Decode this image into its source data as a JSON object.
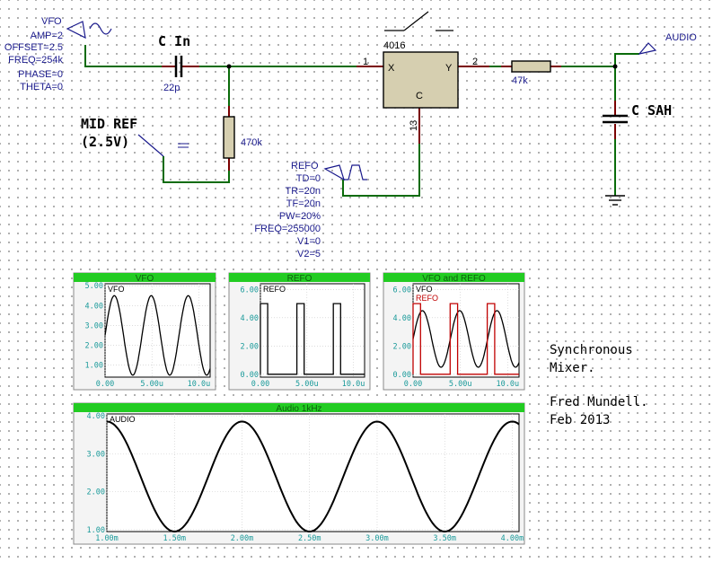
{
  "schematic": {
    "vfo_label": "VFO",
    "vfo_params": [
      "AMP=2",
      "OFFSET=2.5",
      "FREQ=254k",
      "PHASE=0",
      "THETA=0"
    ],
    "cin_label": "C In",
    "cin_value": "22p",
    "r1_value": "470k",
    "mid_ref": [
      "MID REF",
      "(2.5V)"
    ],
    "ic_name": "4016",
    "ic_pin_x": "X",
    "ic_pin_y": "Y",
    "ic_pin_c": "C",
    "pin1": "1",
    "pin2": "2",
    "pin13": "13",
    "r2_value": "47k",
    "audio_label": "AUDIO",
    "csah_label": "C SAH",
    "refo_label": "REFO",
    "refo_params": [
      "TD=0",
      "TR=20n",
      "TF=20n",
      "PW=20%",
      "FREQ=255000",
      "V1=0",
      "V2=5"
    ]
  },
  "notes": {
    "line1": "Synchronous",
    "line2": "Mixer.",
    "line3": "Fred Mundell.",
    "line4": "Feb 2013"
  },
  "colors": {
    "wire": "#0a6b0a",
    "pin": "#7a0000",
    "graph_title": "#22cc22",
    "tick": "#1a9a9a",
    "trace2": "#c00000"
  },
  "chart_data": [
    {
      "type": "line",
      "title": "VFO",
      "xlabel": "",
      "ylabel": "",
      "x_ticks": [
        "0.00",
        "5.00u",
        "10.0u"
      ],
      "y_ticks": [
        "1.00",
        "2.00",
        "3.00",
        "4.00",
        "5.00"
      ],
      "xlim": [
        0,
        11.2
      ],
      "ylim": [
        0.4,
        5.1
      ],
      "series": [
        {
          "name": "VFO",
          "kind": "sine",
          "offset": 2.5,
          "amp": 2,
          "period": 3.94,
          "phase": 0
        }
      ]
    },
    {
      "type": "line",
      "title": "REFO",
      "xlabel": "",
      "ylabel": "",
      "x_ticks": [
        "0.00",
        "5.00u",
        "10.0u"
      ],
      "y_ticks": [
        "0.00",
        "2.00",
        "4.00",
        "6.00"
      ],
      "xlim": [
        0,
        11.2
      ],
      "ylim": [
        -0.2,
        6.4
      ],
      "series": [
        {
          "name": "REFO",
          "kind": "pulse",
          "v1": 0,
          "v2": 5,
          "period": 3.92,
          "width": 0.784
        }
      ]
    },
    {
      "type": "line",
      "title": "VFO and REFO",
      "xlabel": "",
      "ylabel": "",
      "x_ticks": [
        "0.00",
        "5.00u",
        "10.0u"
      ],
      "y_ticks": [
        "0.00",
        "2.00",
        "4.00",
        "6.00"
      ],
      "xlim": [
        0,
        11.2
      ],
      "ylim": [
        -0.2,
        6.4
      ],
      "series": [
        {
          "name": "VFO",
          "kind": "sine",
          "offset": 2.5,
          "amp": 2,
          "period": 3.94,
          "phase": 0
        },
        {
          "name": "REFO",
          "kind": "pulse",
          "v1": 0,
          "v2": 5,
          "period": 3.92,
          "width": 0.784
        }
      ]
    },
    {
      "type": "line",
      "title": "Audio 1kHz",
      "xlabel": "",
      "ylabel": "",
      "x_ticks": [
        "1.00m",
        "1.50m",
        "2.00m",
        "2.50m",
        "3.00m",
        "3.50m",
        "4.00m"
      ],
      "y_ticks": [
        "1.00",
        "2.00",
        "3.00",
        "4.00"
      ],
      "xlim": [
        1.0,
        4.05
      ],
      "ylim": [
        0.95,
        4.05
      ],
      "series": [
        {
          "name": "AUDIO",
          "kind": "cos",
          "offset": 2.4,
          "amp": 1.45,
          "period": 1.0,
          "peak_at": 1.0
        }
      ]
    }
  ]
}
